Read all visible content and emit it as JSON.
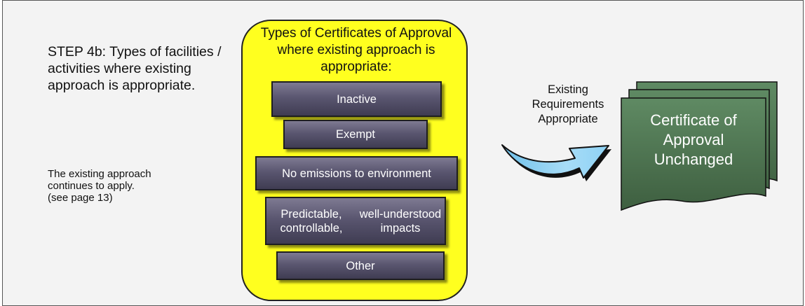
{
  "step": {
    "title": "STEP 4b: Types of facilities / activities where existing approach is appropriate.",
    "note_lines": [
      "The existing approach",
      "continues to apply.",
      "(see page 13)"
    ]
  },
  "types_panel": {
    "title": "Types of Certificates of Approval where existing approach is appropriate:",
    "items": [
      {
        "lines": [
          "Inactive"
        ]
      },
      {
        "lines": [
          "Exempt"
        ]
      },
      {
        "lines": [
          "No emissions  to environment"
        ]
      },
      {
        "lines": [
          "Predictable, controllable,",
          "well-understood impacts"
        ]
      },
      {
        "lines": [
          "Other"
        ]
      }
    ]
  },
  "arrow": {
    "label_lines": [
      "Existing",
      "Requirements",
      "Appropriate"
    ]
  },
  "certificate": {
    "lines": [
      "Certificate of",
      "Approval",
      "Unchanged"
    ]
  },
  "colors": {
    "panel": "#ffff1f",
    "type_box": "#5a5670",
    "arrow": "#8ed2f4",
    "document": "#4f7352"
  },
  "icons": {
    "arrow": "curved-arrow-icon",
    "certificate": "stacked-documents-icon"
  }
}
